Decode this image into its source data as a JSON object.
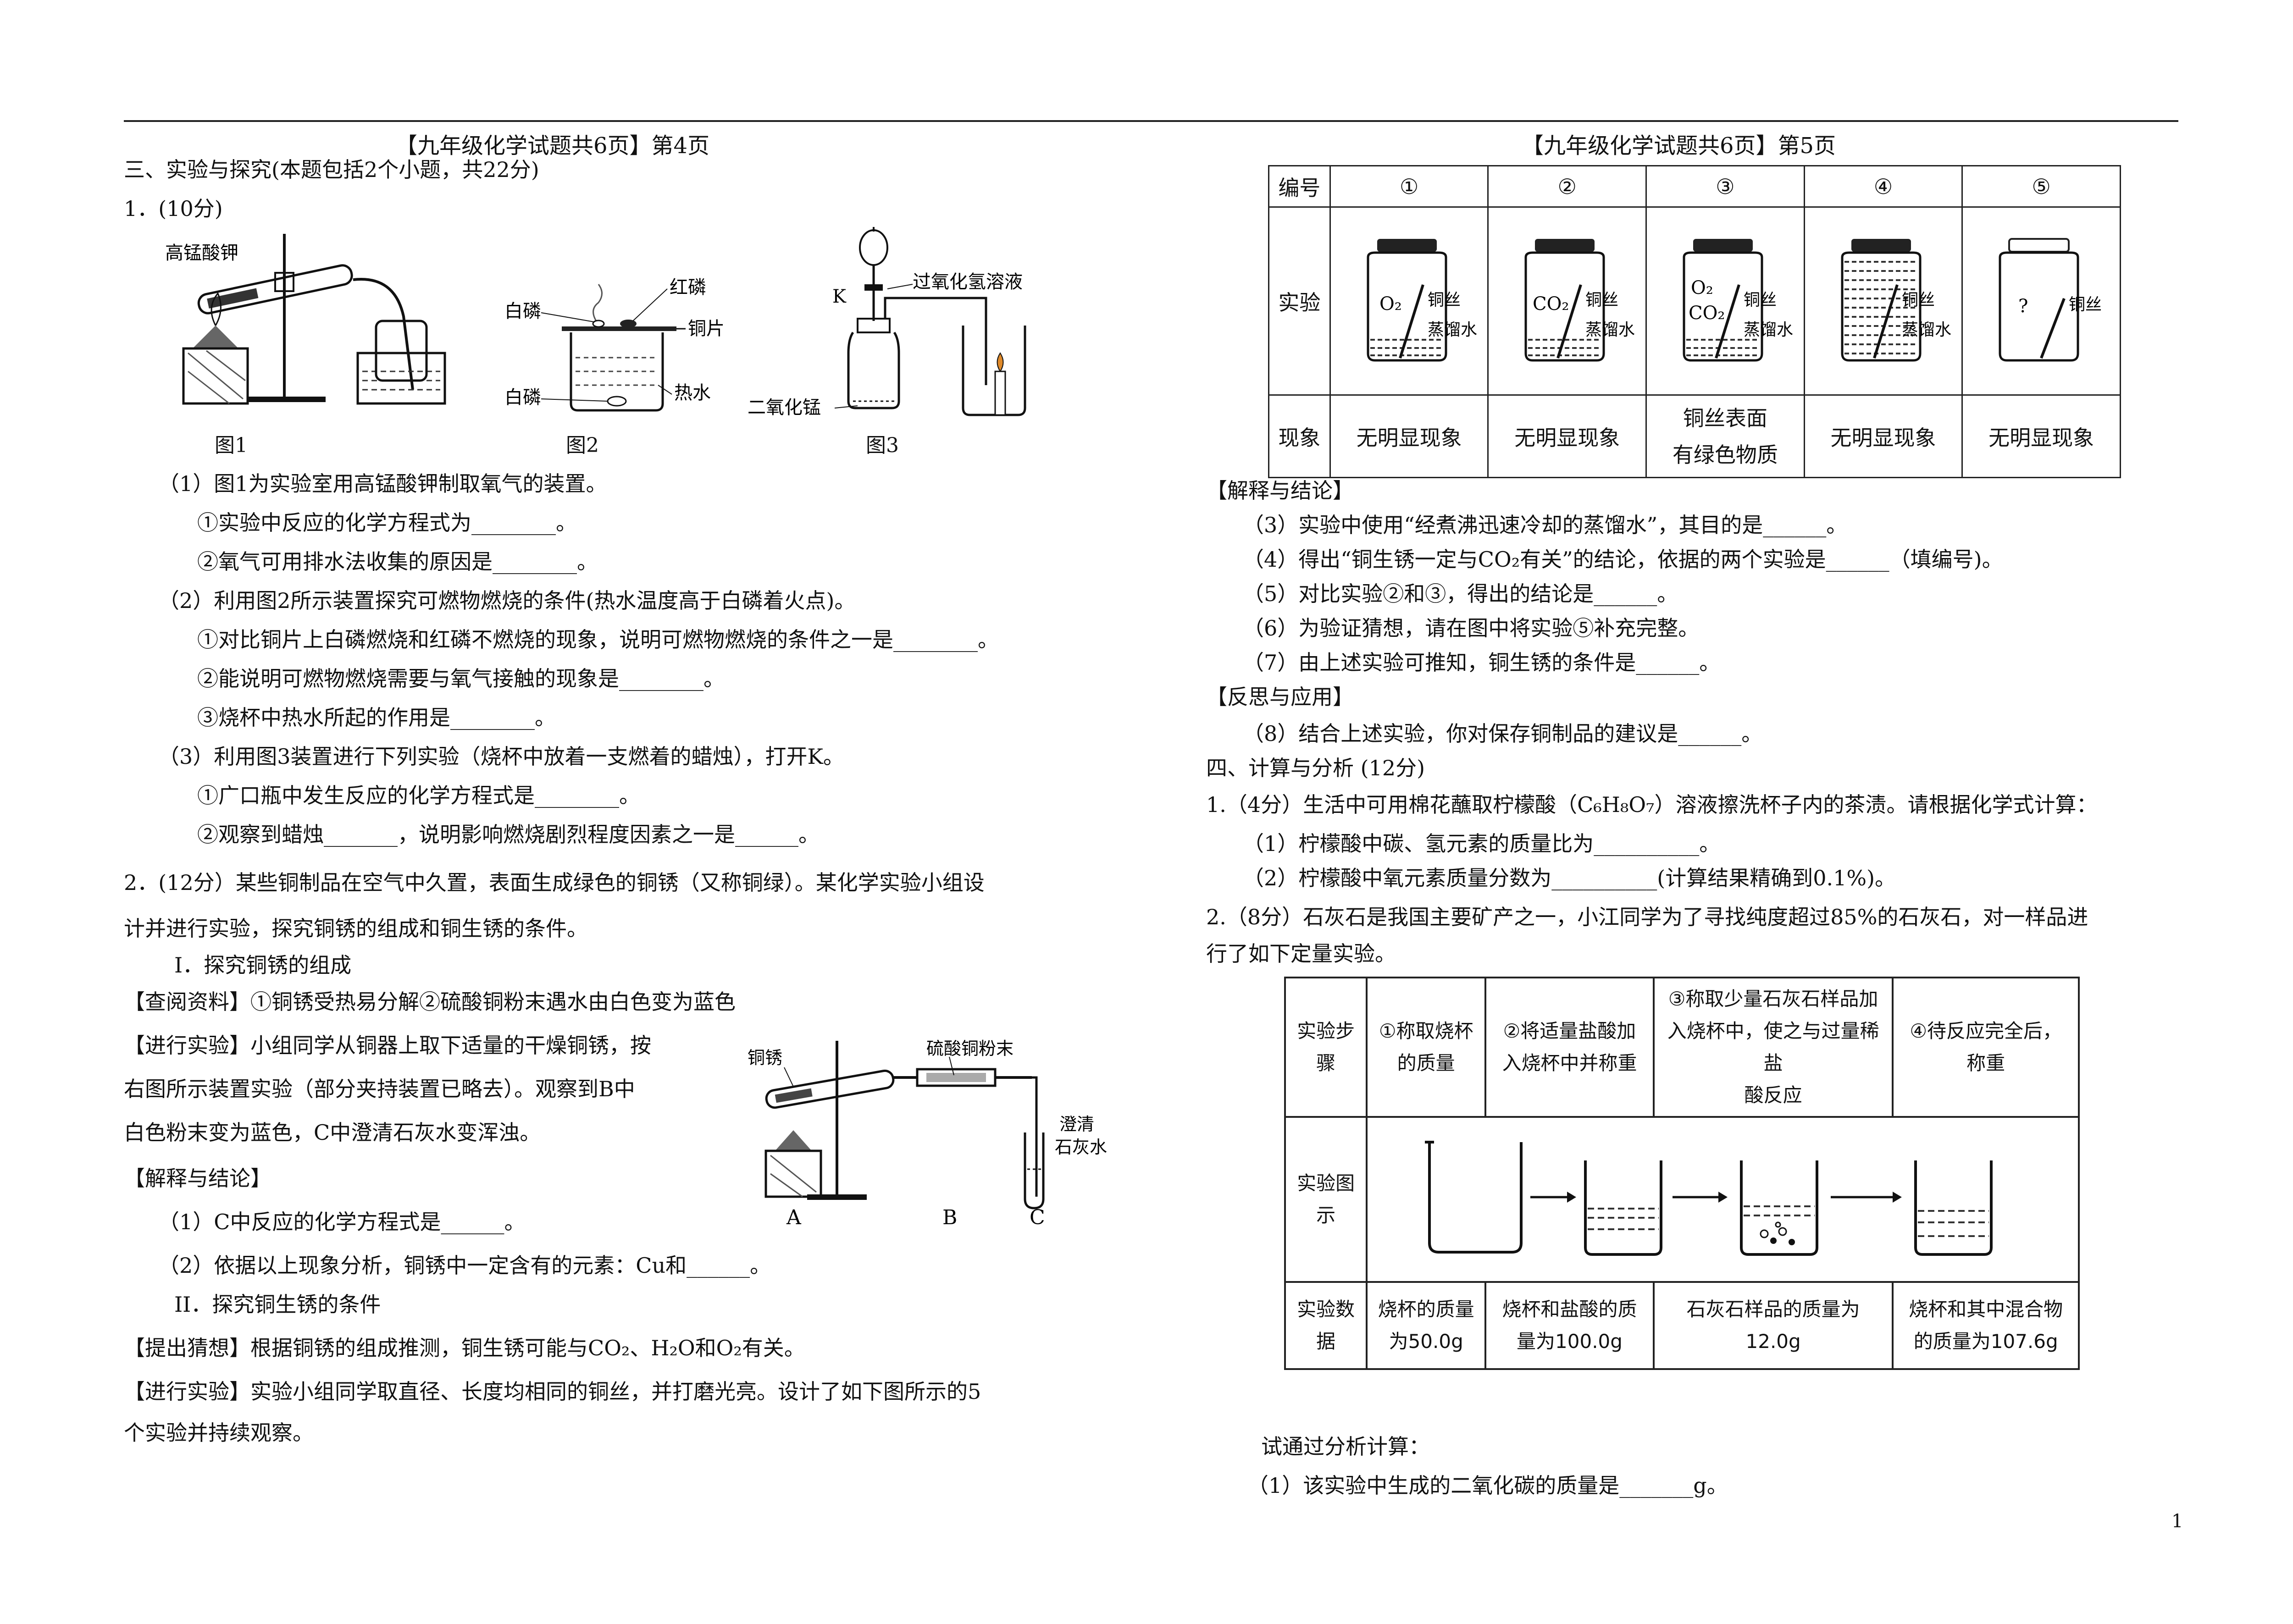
{
  "header": {
    "left": "【九年级化学试题共6页】第4页",
    "right": "【九年级化学试题共6页】第5页"
  },
  "left": {
    "section_title": "三、实验与探究(本题包括2个小题，共22分)",
    "q1_label": "1．(10分)",
    "fig1": {
      "label": "图1",
      "kmno4": "高锰酸钾"
    },
    "fig2": {
      "label": "图2",
      "white_p_top": "白磷",
      "red_p": "红磷",
      "copper_sheet": "铜片",
      "white_p_bottom": "白磷",
      "hot_water": "热水"
    },
    "fig3": {
      "label": "图3",
      "k": "K",
      "h2o2": "过氧化氢溶液",
      "mno2": "二氧化锰"
    },
    "lines": [
      "（1）图1为实验室用高锰酸钾制取氧气的装置。",
      "①实验中反应的化学方程式为________。",
      "②氧气可用排水法收集的原因是________。",
      "（2）利用图2所示装置探究可燃物燃烧的条件(热水温度高于白磷着火点)。",
      "①对比铜片上白磷燃烧和红磷不燃烧的现象，说明可燃物燃烧的条件之一是________。",
      "②能说明可燃物燃烧需要与氧气接触的现象是________。",
      "③烧杯中热水所起的作用是________。",
      "（3）利用图3装置进行下列实验（烧杯中放着一支燃着的蜡烛），打开K。",
      "①广口瓶中发生反应的化学方程式是________。",
      "②观察到蜡烛_______，说明影响燃烧剧烈程度因素之一是______。",
      "2．(12分）某些铜制品在空气中久置，表面生成绿色的铜锈（又称铜绿）。某化学实验小组设",
      "计并进行实验，探究铜锈的组成和铜生锈的条件。",
      "I．探究铜锈的组成",
      "【查阅资料】①铜锈受热易分解②硫酸铜粉末遇水由白色变为蓝色",
      "【进行实验】小组同学从铜器上取下适量的干燥铜锈，按",
      "右图所示装置实验（部分夹持装置已略去）。观察到B中",
      "白色粉末变为蓝色，C中澄清石灰水变浑浊。",
      "【解释与结论】",
      "（1）C中反应的化学方程式是______。",
      "（2）依据以上现象分析，铜锈中一定含有的元素：Cu和______。",
      "II．探究铜生锈的条件",
      "【提出猜想】根据铜锈的组成推测，铜生锈可能与CO₂、H₂O和O₂有关。",
      "【进行实验】实验小组同学取直径、长度均相同的铜丝，并打磨光亮。设计了如下图所示的5",
      "个实验并持续观察。"
    ],
    "fig4": {
      "copper_rust": "铜锈",
      "cuso4": "硫酸铜粉末",
      "limewater_1": "澄清",
      "limewater_2": "石灰水",
      "a": "A",
      "b": "B",
      "c": "C"
    }
  },
  "exp_table": {
    "row_headers": [
      "编号",
      "实验",
      "现象"
    ],
    "ids": [
      "①",
      "②",
      "③",
      "④",
      "⑤"
    ],
    "bottle_labels": [
      {
        "gas1": "O₂",
        "gas2": "",
        "wire": "铜丝",
        "water": "蒸馏水"
      },
      {
        "gas1": "CO₂",
        "gas2": "",
        "wire": "铜丝",
        "water": "蒸馏水"
      },
      {
        "gas1": "O₂",
        "gas2": "CO₂",
        "wire": "铜丝",
        "water": "蒸馏水"
      },
      {
        "gas1": "",
        "gas2": "",
        "wire": "铜丝",
        "water": "蒸馏水"
      },
      {
        "gas1": "?",
        "gas2": "",
        "wire": "铜丝",
        "water": ""
      }
    ],
    "phenomena": [
      "无明显现象",
      "无明显现象",
      "铜丝表面",
      "无明显现象",
      "无明显现象"
    ],
    "phenomenon3_line2": "有绿色物质"
  },
  "right": {
    "lines1": [
      "【解释与结论】",
      "（3）实验中使用“经煮沸迅速冷却的蒸馏水”，其目的是______。",
      "（4）得出“铜生锈一定与CO₂有关”的结论，依据的两个实验是______（填编号)。",
      "（5）对比实验②和③，得出的结论是______。",
      "（6）为验证猜想，请在图中将实验⑤补充完整。",
      "（7）由上述实验可推知，铜生锈的条件是______。",
      "【反思与应用】",
      "（8）结合上述实验，你对保存铜制品的建议是______。",
      "四、计算与分析 (12分)",
      "1.（4分）生活中可用棉花蘸取柠檬酸（C₆H₈O₇）溶液擦洗杯子内的茶渍。请根据化学式计算：",
      "（1）柠檬酸中碳、氢元素的质量比为__________。",
      "（2）柠檬酸中氧元素质量分数为__________(计算结果精确到0.1%)。",
      "2.（8分）石灰石是我国主要矿产之一，小江同学为了寻找纯度超过85%的石灰石，对一样品进",
      "行了如下定量实验。"
    ],
    "lines2": [
      "试通过分析计算：",
      "（1）该实验中生成的二氧化碳的质量是_______g。"
    ]
  },
  "calc_table": {
    "row_headers": [
      "实验步骤",
      "实验图示",
      "实验数据"
    ],
    "steps": [
      [
        "①称取烧杯",
        "的质量"
      ],
      [
        "②将适量盐酸加",
        "入烧杯中并称重"
      ],
      [
        "③称取少量石灰石样品加",
        "入烧杯中，使之与过量稀盐",
        "酸反应"
      ],
      [
        "④待反应完全后，",
        "称重"
      ]
    ],
    "data": [
      [
        "烧杯的质量",
        "为50.0g"
      ],
      [
        "烧杯和盐酸的质",
        "量为100.0g"
      ],
      [
        "石灰石样品的质量为",
        "12.0g"
      ],
      [
        "烧杯和其中混合物",
        "的质量为107.6g"
      ]
    ]
  },
  "page_number": "1"
}
